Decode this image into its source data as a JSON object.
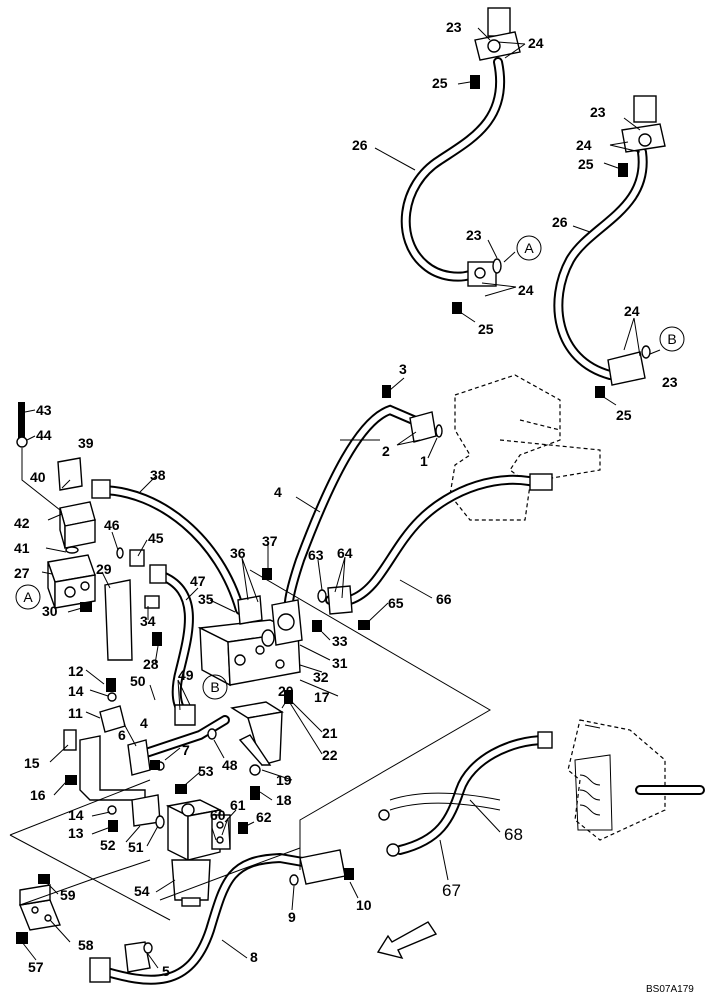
{
  "drawing_code": "BS07A179",
  "reference_markers": [
    "A",
    "B"
  ],
  "labels": {
    "p1": "1",
    "p2": "2",
    "p3": "3",
    "p4": "4",
    "p5": "5",
    "p6": "6",
    "p7": "7",
    "p8": "8",
    "p9": "9",
    "p10": "10",
    "p11": "11",
    "p12": "12",
    "p13": "13",
    "p14": "14",
    "p15": "15",
    "p16": "16",
    "p17": "17",
    "p18": "18",
    "p19": "19",
    "p20": "20",
    "p21": "21",
    "p22": "22",
    "p23": "23",
    "p24": "24",
    "p25": "25",
    "p26": "26",
    "p27": "27",
    "p28": "28",
    "p29": "29",
    "p30": "30",
    "p31": "31",
    "p32": "32",
    "p33": "33",
    "p34": "34",
    "p35": "35",
    "p36": "36",
    "p37": "37",
    "p38": "38",
    "p39": "39",
    "p40": "40",
    "p41": "41",
    "p42": "42",
    "p43": "43",
    "p44": "44",
    "p45": "45",
    "p46": "46",
    "p47": "47",
    "p48": "48",
    "p49": "49",
    "p50": "50",
    "p51": "51",
    "p52": "52",
    "p53": "53",
    "p54": "54",
    "p57": "57",
    "p58": "58",
    "p59": "59",
    "p60": "60",
    "p61": "61",
    "p62": "62",
    "p63": "63",
    "p64": "64",
    "p65": "65",
    "p66": "66",
    "p67": "67",
    "p68": "68"
  }
}
